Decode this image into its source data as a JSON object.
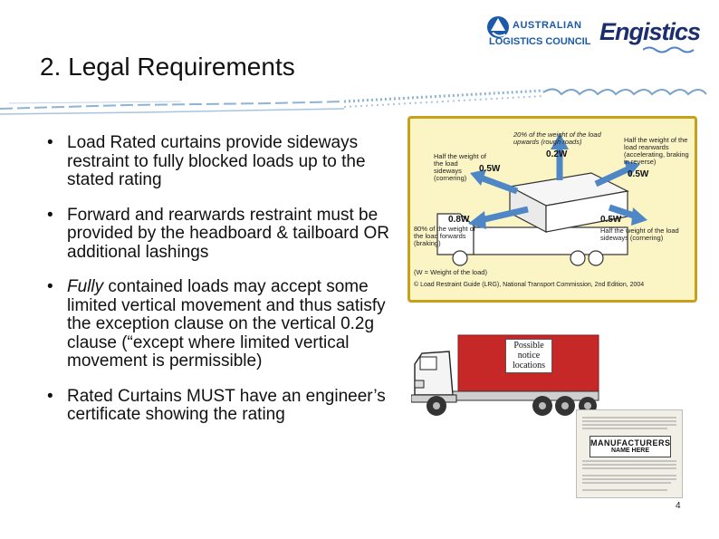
{
  "logos": {
    "alc_line1": "AUSTRALIAN",
    "alc_line2": "LOGISTICS COUNCIL",
    "engistics": "Engistics"
  },
  "title": "2. Legal Requirements",
  "bullets": [
    {
      "text": "Load Rated curtains provide sideways restraint to fully blocked loads up to the stated rating"
    },
    {
      "text": "Forward and rearwards restraint must be provided by the headboard & tailboard OR additional lashings"
    },
    {
      "emph": "Fully",
      "text": " contained loads may accept some limited vertical movement and thus satisfy the exception clause on the vertical 0.2g clause (“except where limited vertical movement is permissible)"
    },
    {
      "text": "Rated Curtains MUST have an engineer’s certificate showing the rating"
    }
  ],
  "bullet_char": "•",
  "diagram": {
    "top_label": "20% of the weight of the load upwards (rough roads)",
    "top_value": "0.2W",
    "left_label": "Half the weight of the load sideways (cornering)",
    "left_value": "0.5W",
    "right_top_label": "Half the weight of the load rearwards (accelerating, braking in reverse)",
    "right_top_value": "0.5W",
    "front_value": "0.8W",
    "front_label": "80% of the weight of the load forwards (braking)",
    "right_bottom_value": "0.5W",
    "right_bottom_label": "Half the weight of the load sideways (cornering)",
    "legend": "(W = Weight of the load)",
    "credit": "© Load Restraint Guide (LRG), National Transport Commission, 2nd Edition, 2004"
  },
  "truck": {
    "notice": "Possible notice locations"
  },
  "certificate": {
    "heading_line1": "MANUFACTURERS",
    "heading_line2": "NAME HERE"
  },
  "page_number": "4",
  "colors": {
    "diagram_bg": "#fbf4c5",
    "diagram_border": "#c8a11a",
    "arrow": "#4f86c6",
    "trailer": "#c62828",
    "alc_blue": "#1a5aa8",
    "engistics_navy": "#1b2e6e"
  }
}
